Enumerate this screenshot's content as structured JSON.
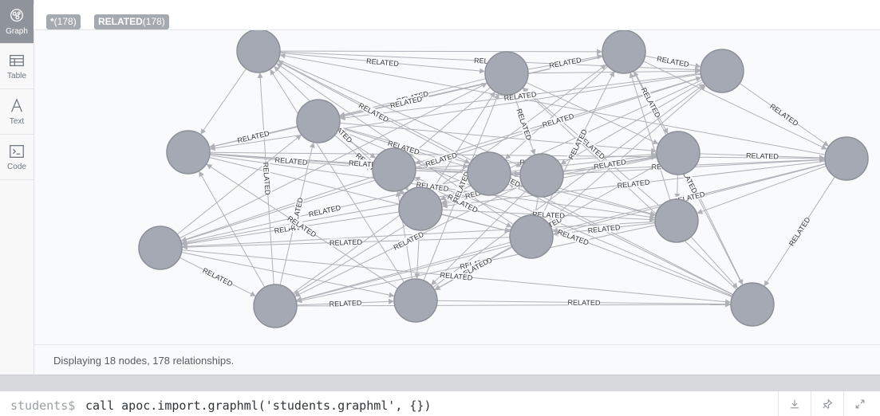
{
  "sidebar": {
    "items": [
      {
        "label": "Graph",
        "icon": "graph-icon",
        "active": true
      },
      {
        "label": "Table",
        "icon": "table-icon",
        "active": false
      },
      {
        "label": "Text",
        "icon": "text-icon",
        "active": false
      },
      {
        "label": "Code",
        "icon": "code-icon",
        "active": false
      }
    ]
  },
  "header": {
    "node_pill": {
      "label": "*",
      "count": "(178)"
    },
    "rel_pill": {
      "label": "RELATED",
      "count": "(178)"
    }
  },
  "graph": {
    "node_color": "#a5a9b3",
    "node_stroke": "#8c9099",
    "edge_color": "#aeb2b8",
    "edge_label": "RELATED"
  },
  "status": {
    "text": "Displaying 18 nodes, 178 relationships."
  },
  "editor": {
    "prompt": "students$",
    "query": "call apoc.import.graphml('students.graphml', {})"
  },
  "editor_buttons": [
    {
      "icon": "download-icon"
    },
    {
      "icon": "pin-icon"
    },
    {
      "icon": "expand-icon"
    }
  ]
}
